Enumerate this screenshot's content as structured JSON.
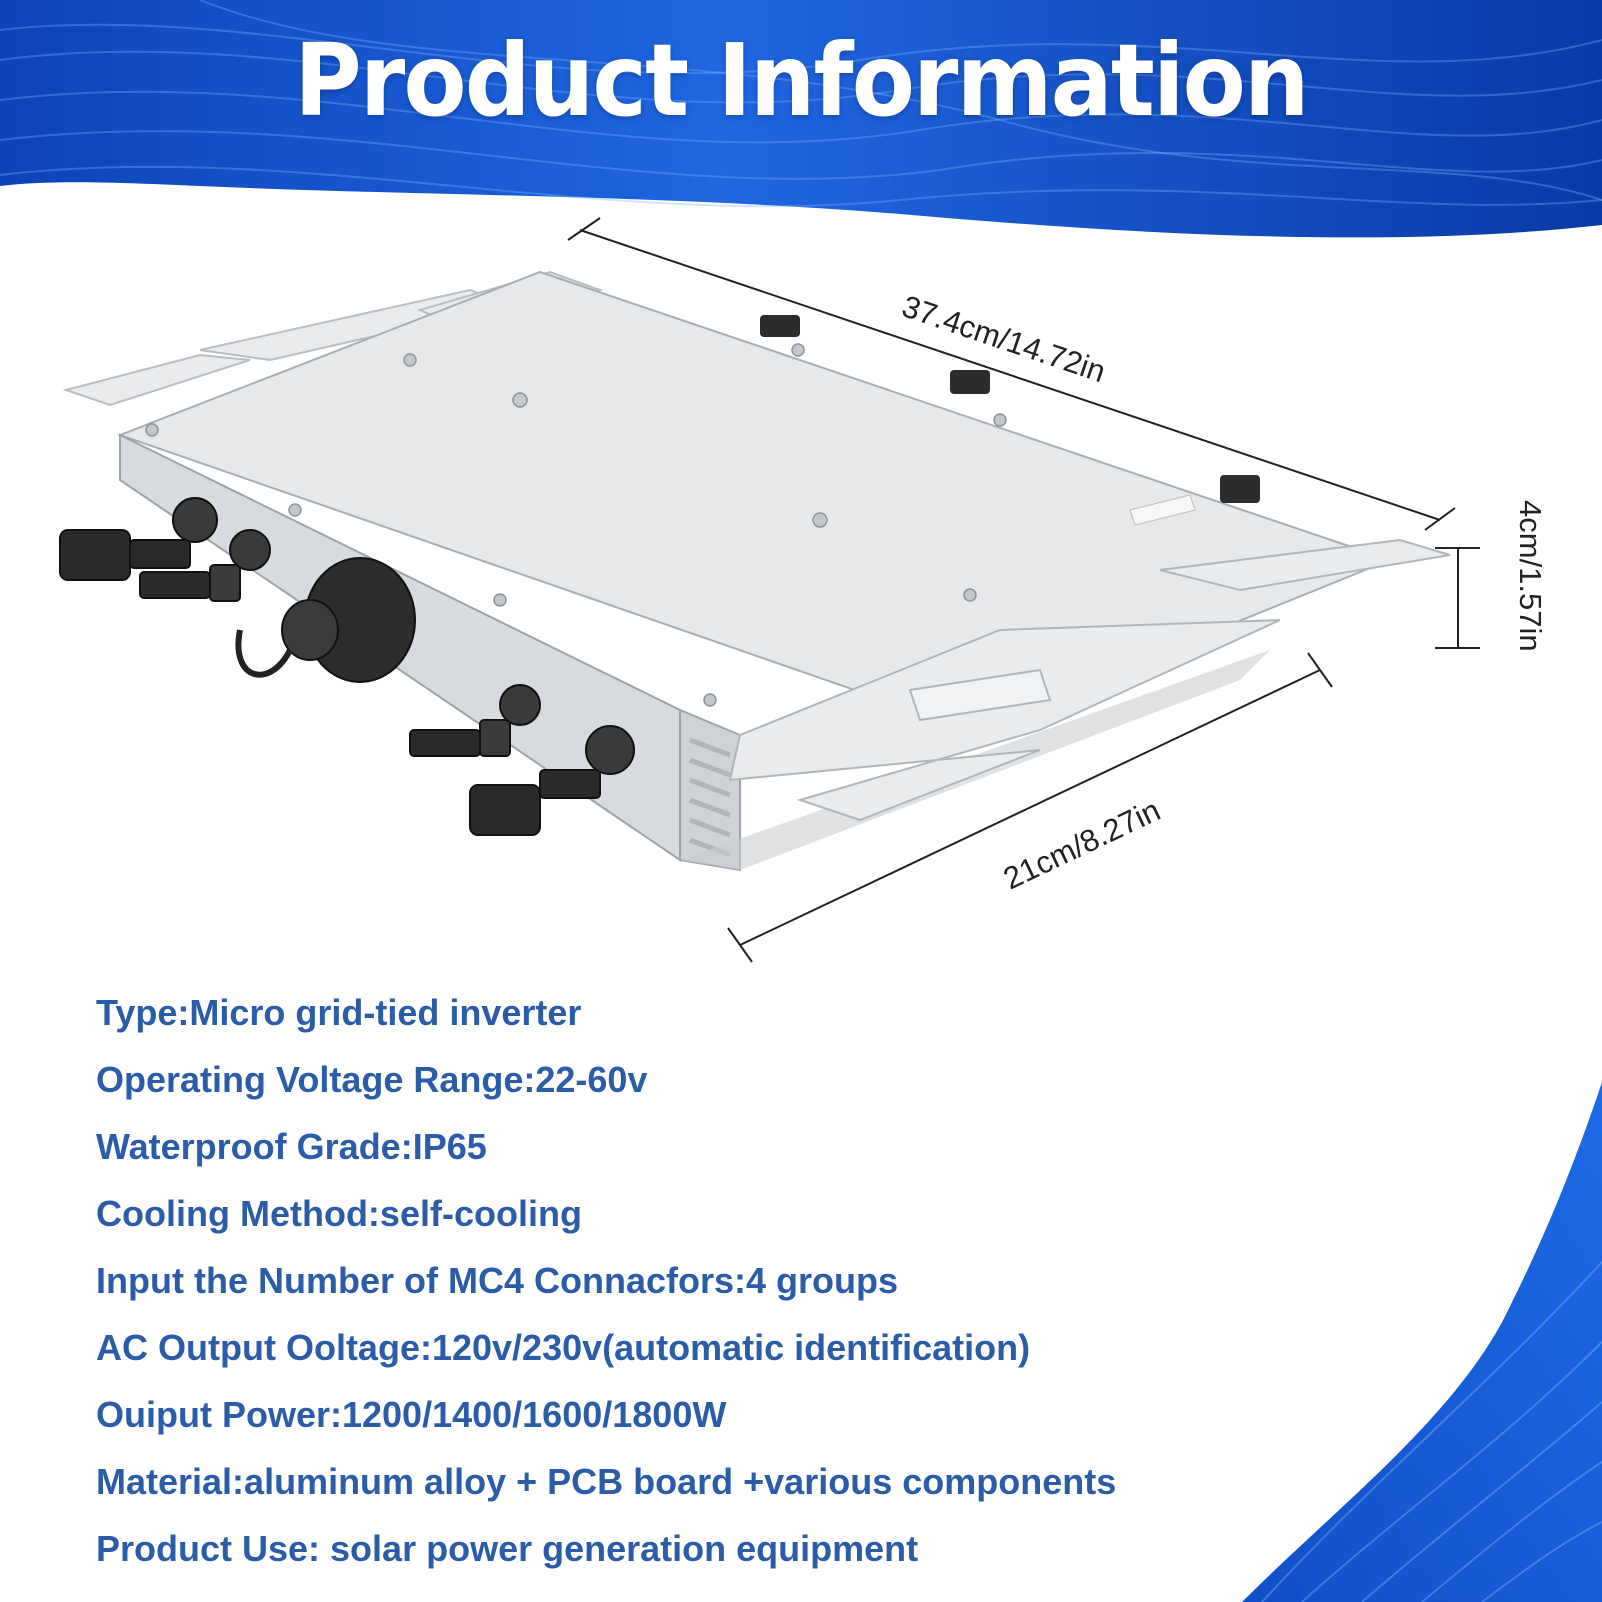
{
  "header": {
    "title": "Product  Information"
  },
  "product": {
    "name": "Micro grid-tied inverter",
    "dimensions": {
      "length": "37.4cm/14.72in",
      "height": "4cm/1.57in",
      "width": "21cm/8.27in"
    }
  },
  "specs": [
    "Type:Micro grid-tied inverter",
    "Operating Voltage Range:22-60v",
    "Waterproof Grade:IP65",
    "Cooling Method:self-cooling",
    "Input the Number of MC4 Connacfors:4 groups",
    "AC Output Ooltage:120v/230v(automatic identification)",
    "Ouiput Power:1200/1400/1600/1800W",
    "Material:aluminum alloy + PCB board +various components",
    "Product Use: solar power generation equipment"
  ],
  "colors": {
    "banner_blue": "#1f5fd6",
    "banner_dark": "#0c3fae",
    "spec_text": "#2b5ca8",
    "housing": "#e4e6e8"
  }
}
